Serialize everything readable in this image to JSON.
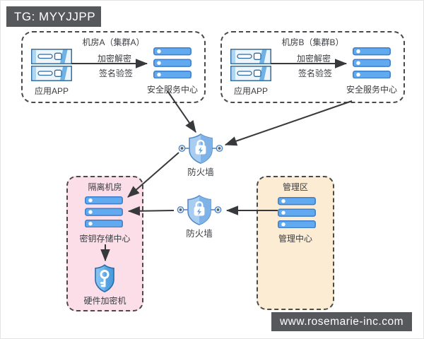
{
  "banners": {
    "tg": "TG: MYYJJPP",
    "website": "www.rosemarie-inc.com"
  },
  "rooms": [
    {
      "title": "机房A（集群A）",
      "app_label": "应用APP",
      "link_label_line1": "加密解密",
      "link_label_line2": "签名验签",
      "service_label": "安全服务中心"
    },
    {
      "title": "机房B（集群B）",
      "app_label": "应用APP",
      "link_label_line1": "加密解密",
      "link_label_line2": "签名验签",
      "service_label": "安全服务中心"
    }
  ],
  "firewalls": {
    "top_label": "防火墙",
    "bottom_label": "防火墙"
  },
  "isolated_zone": {
    "title": "隔离机房",
    "storage_label": "密钥存储中心",
    "hsm_label": "硬件加密机"
  },
  "management_zone": {
    "title": "管理区",
    "center_label": "管理中心"
  },
  "colors": {
    "banner_bg": "#57585c",
    "server_fill": "#61aaef",
    "server_border": "#3c7cc9",
    "shield_light": "#a9cdf1",
    "shield_dark": "#7fb3e8",
    "key_shield": "#4da3ea",
    "isolated_bg": "#fbdee7",
    "management_bg": "#fcecd3",
    "line": "#38393d"
  }
}
